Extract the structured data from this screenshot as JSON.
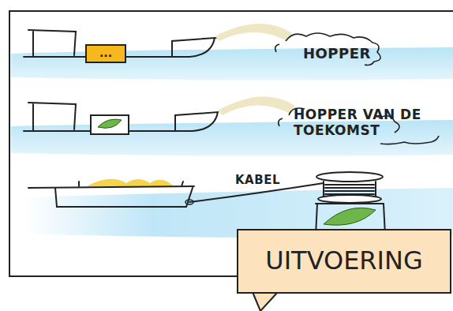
{
  "diagram": {
    "nodes": [
      {
        "text": [
          "..."
        ]
      },
      {
        "text": [
          "UITVOERING"
        ]
      }
    ],
    "labels": [
      "HOPPER",
      "HOPPER VAN DE TOEKOMST",
      "KABEL"
    ]
  }
}
